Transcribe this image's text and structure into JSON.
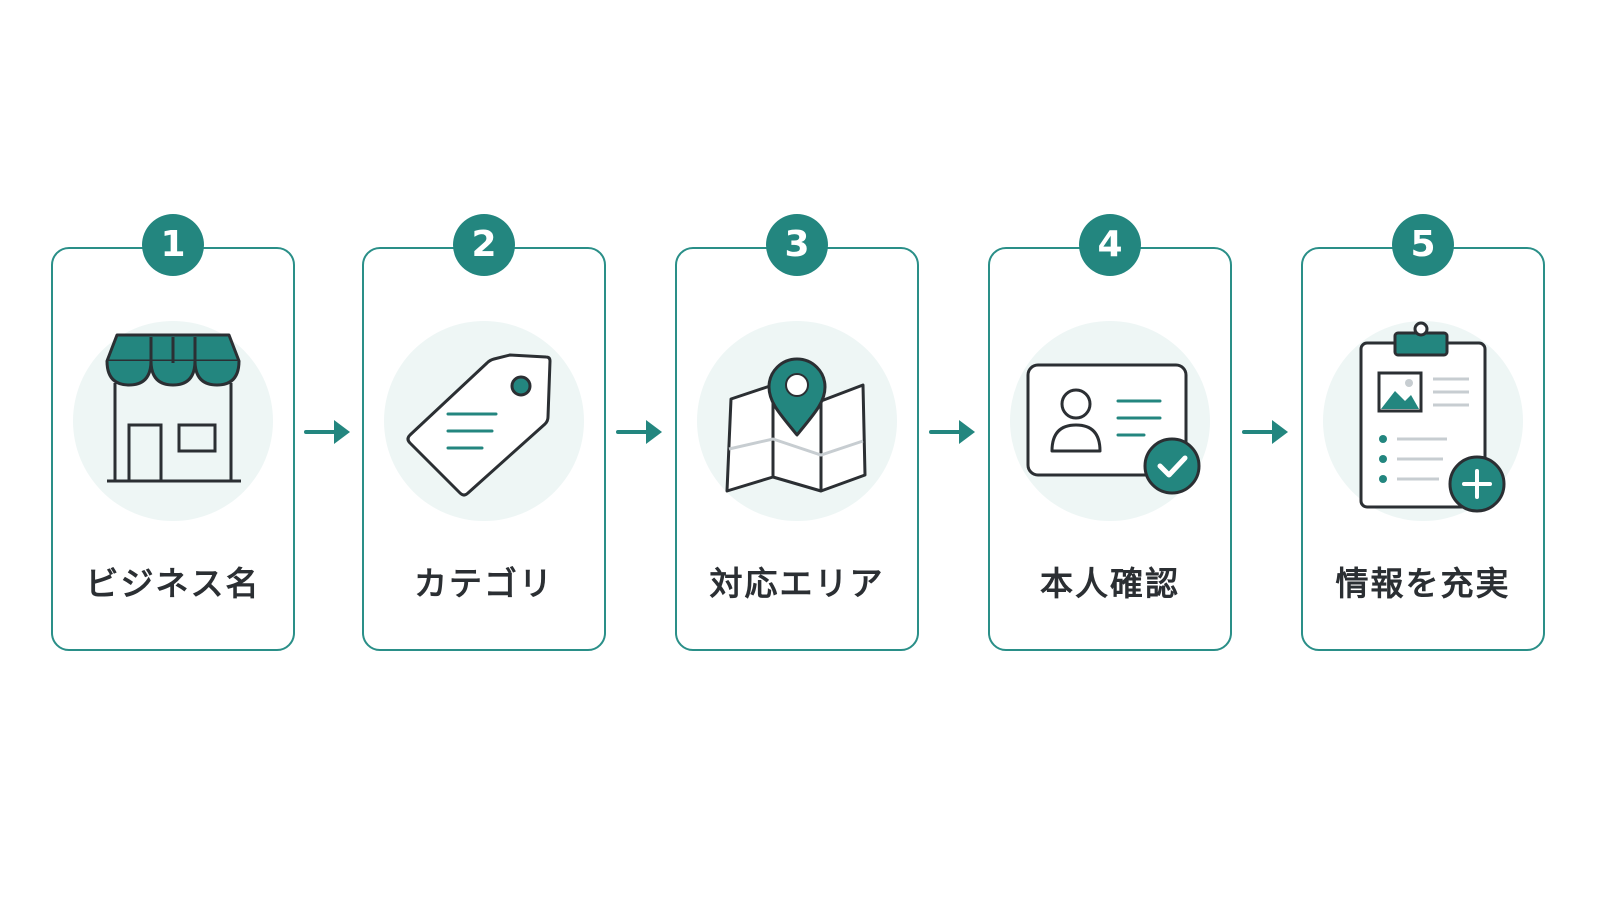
{
  "colors": {
    "accent": "#23867f",
    "border": "#2a8f88",
    "icon_background": "#eef6f5",
    "text": "#2b2f33",
    "outline": "#2b2f33"
  },
  "steps": [
    {
      "number": "1",
      "label": "ビジネス名",
      "icon": "storefront-icon"
    },
    {
      "number": "2",
      "label": "カテゴリ",
      "icon": "tag-icon"
    },
    {
      "number": "3",
      "label": "対応エリア",
      "icon": "map-pin-icon"
    },
    {
      "number": "4",
      "label": "本人確認",
      "icon": "id-card-check-icon"
    },
    {
      "number": "5",
      "label": "情報を充実",
      "icon": "clipboard-plus-icon"
    }
  ]
}
